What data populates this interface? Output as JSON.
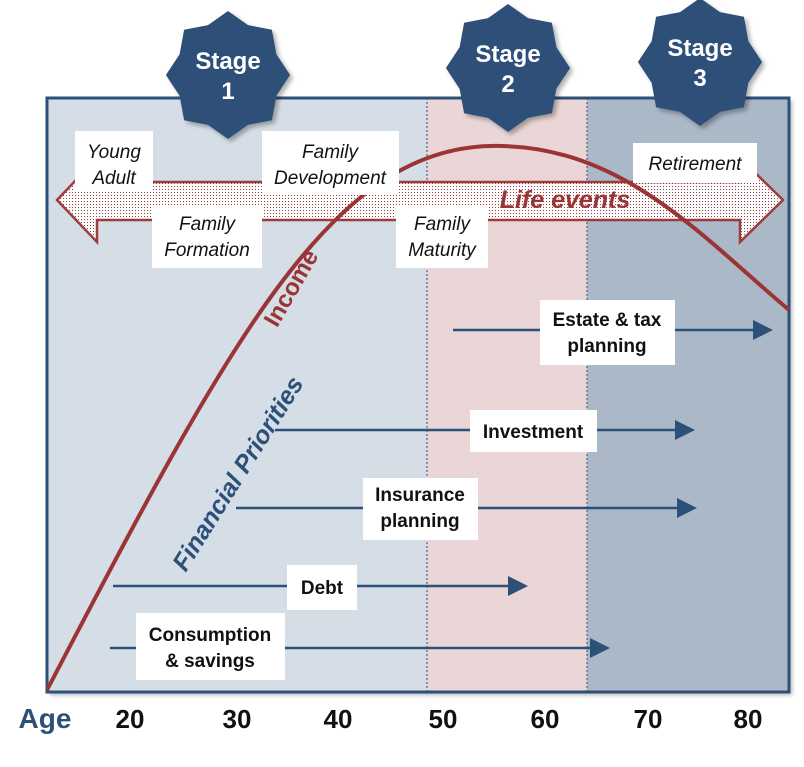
{
  "stages": [
    {
      "line1": "Stage",
      "line2": "1"
    },
    {
      "line1": "Stage",
      "line2": "2"
    },
    {
      "line1": "Stage",
      "line2": "3"
    }
  ],
  "life_events": {
    "title": "Life events",
    "young_adult": [
      "Young",
      "Adult"
    ],
    "family_formation": [
      "Family",
      "Formation"
    ],
    "family_development": [
      "Family",
      "Development"
    ],
    "family_maturity": [
      "Family",
      "Maturity"
    ],
    "retirement": "Retirement"
  },
  "curves": {
    "income": "Income",
    "priorities": "Financial Priorities"
  },
  "priorities": {
    "estate": [
      "Estate & tax",
      "planning"
    ],
    "investment": "Investment",
    "insurance": [
      "Insurance",
      "planning"
    ],
    "debt": "Debt",
    "consumption": [
      "Consumption",
      "& savings"
    ]
  },
  "axis": {
    "label": "Age",
    "ticks": [
      "20",
      "30",
      "40",
      "50",
      "60",
      "70",
      "80"
    ]
  },
  "colors": {
    "navy": "#2d5078",
    "income": "#9b3535",
    "stage1_bg": "#d5dde6",
    "stage2_bg": "#ead6d6",
    "stage3_bg": "#aab8c8"
  }
}
